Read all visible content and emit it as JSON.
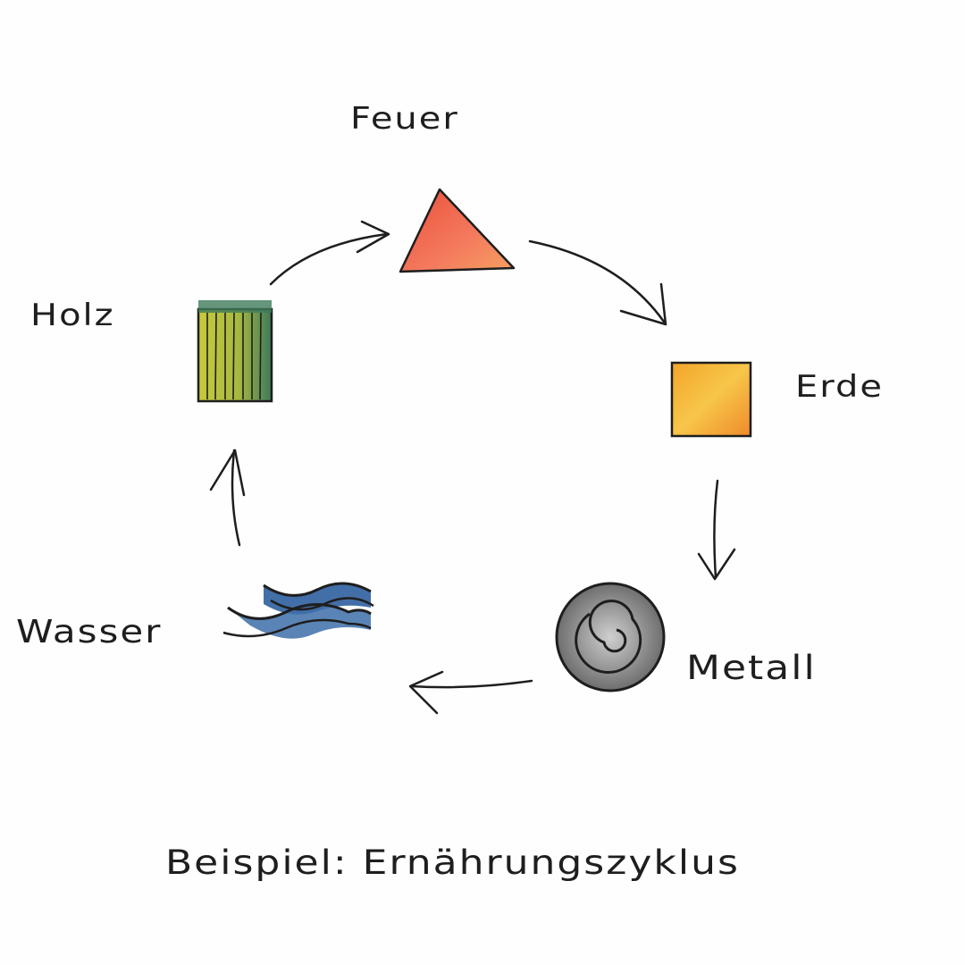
{
  "elements": {
    "fire": {
      "label": "Feuer",
      "symbol": "triangle-icon",
      "color": "#f26a4a"
    },
    "earth": {
      "label": "Erde",
      "symbol": "square-icon",
      "color": "#f5a623"
    },
    "metal": {
      "label": "Metall",
      "symbol": "spiral-icon",
      "color": "#8a8a8a"
    },
    "water": {
      "label": "Wasser",
      "symbol": "waves-icon",
      "color": "#2f5f9e"
    },
    "wood": {
      "label": "Holz",
      "symbol": "striped-rect-icon",
      "color": "#b8c13a"
    }
  },
  "caption": "Beispiel: Ernährungszyklus",
  "ink_color": "#1e1e1e"
}
